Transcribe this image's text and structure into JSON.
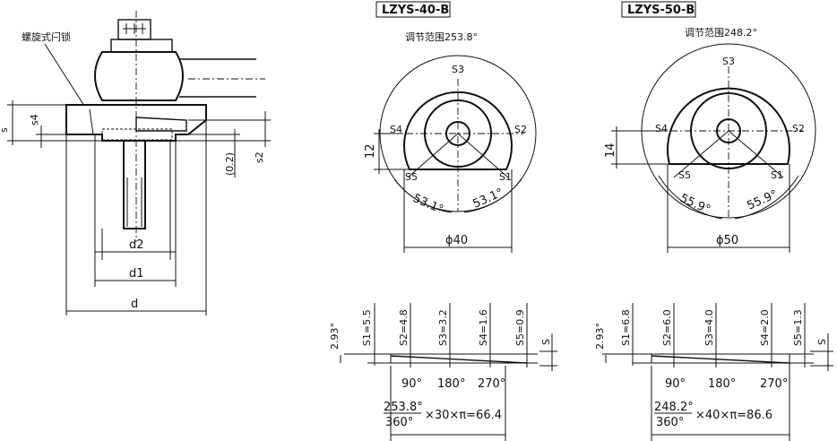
{
  "left": {
    "callout": "螺旋式闩锁",
    "s": "s",
    "s4": "s4",
    "s2": "s2",
    "gap": "(0.2)",
    "d2": "d2",
    "d1": "d1",
    "d": "d"
  },
  "models": [
    {
      "title": "LZYS-40-B",
      "range": "调节范围253.8°",
      "s1": "S1",
      "s2": "S2",
      "s3": "S3",
      "s4": "S4",
      "s5": "S5",
      "h": "12",
      "ang_left": "53.1°",
      "ang_right": "53.1°",
      "dia": "ϕ40",
      "slope": "2.93°",
      "p1": "S1=5.5",
      "p2": "S2=4.8",
      "p3": "S3=3.2",
      "p4": "S4=1.6",
      "p5": "S5=0.9",
      "s": "S",
      "a90": "90°",
      "a180": "180°",
      "a270": "270°",
      "frac_num": "253.8°",
      "frac_den": "360°",
      "formula": "×30×π=66.4"
    },
    {
      "title": "LZYS-50-B",
      "range": "调节范围248.2°",
      "s1": "S1",
      "s2": "S2",
      "s3": "S3",
      "s4": "S4",
      "s5": "S5",
      "h": "14",
      "ang_left": "55.9°",
      "ang_right": "55.9°",
      "dia": "ϕ50",
      "slope": "2.93°",
      "p1": "S1=6.8",
      "p2": "S2=6.0",
      "p3": "S3=4.0",
      "p4": "S4=2.0",
      "p5": "S5=1.3",
      "s": "S",
      "a90": "90°",
      "a180": "180°",
      "a270": "270°",
      "frac_num": "248.2°",
      "frac_den": "360°",
      "formula": "×40×π=86.6"
    }
  ]
}
